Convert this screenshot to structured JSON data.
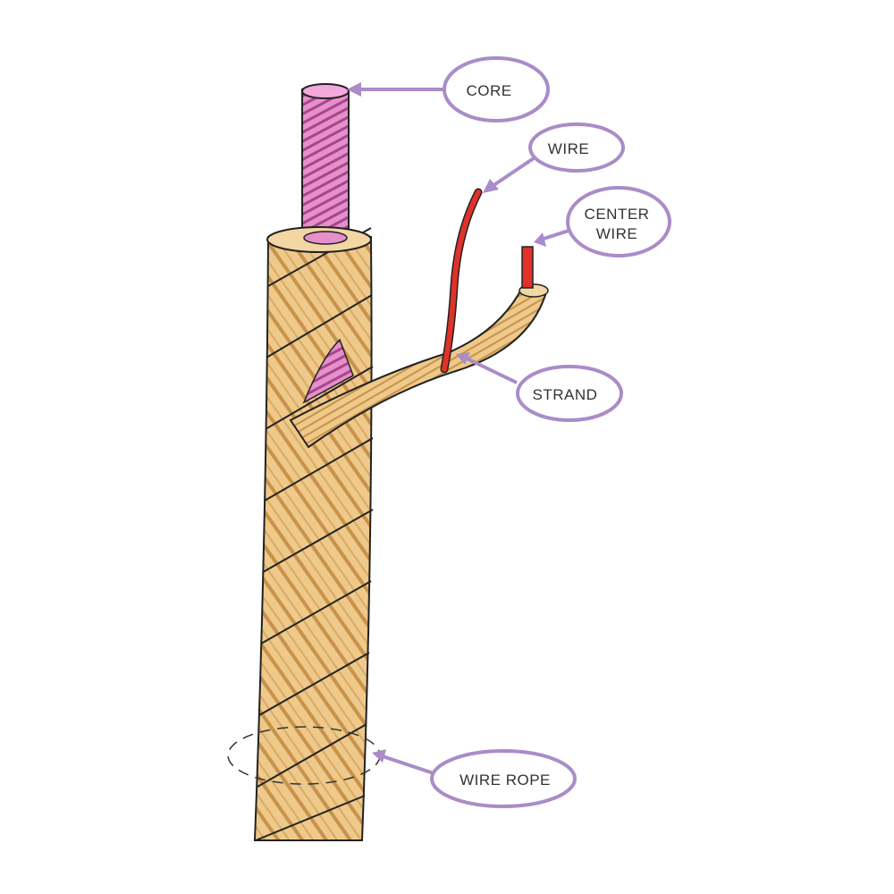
{
  "labels": {
    "core": "CORE",
    "wire": "WIRE",
    "center_wire_1": "CENTER",
    "center_wire_2": "WIRE",
    "strand": "STRAND",
    "wire_rope": "WIRE ROPE"
  },
  "colors": {
    "callout": "#a98cc8",
    "rope": "#e9c17f",
    "rope_dark": "#b8833f",
    "core": "#d96bb8",
    "wire": "#e0312a"
  }
}
